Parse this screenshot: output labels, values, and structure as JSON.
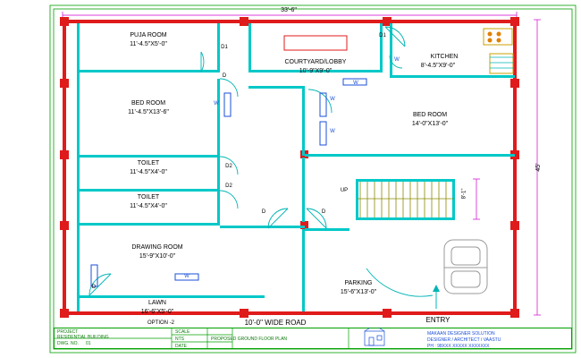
{
  "drawing": {
    "type": "architectural-floor-plan",
    "overall_dimensions": {
      "top": "33'-6\"",
      "right": "45'",
      "bottom_road": "10'-0\" WIDE ROAD",
      "stair_dim": "8'-1\""
    },
    "option_label": "OPTION -2",
    "rooms": [
      {
        "name": "PUJA ROOM",
        "size": "11'-4.5\"X5'-0\""
      },
      {
        "name": "BED ROOM",
        "size": "11'-4.5\"X13'-6\""
      },
      {
        "name": "TOILET",
        "size": "11'-4.5\"X4'-0\""
      },
      {
        "name": "TOILET",
        "size": "11'-4.5\"X4'-0\""
      },
      {
        "name": "DRAWING ROOM",
        "size": "15'-9\"X10'-0\""
      },
      {
        "name": "LAWN",
        "size": "16'-6\"X5'-0\""
      },
      {
        "name": "COURTYARD/LOBBY",
        "size": "10'-9\"X9'-0\""
      },
      {
        "name": "KITCHEN",
        "size": "8'-4.5\"X9'-0\""
      },
      {
        "name": "BED ROOM",
        "size": "14'-0\"X13'-0\""
      },
      {
        "name": "PARKING",
        "size": "15'-6\"X13'-0\""
      }
    ],
    "markers": {
      "entry": "ENTRY",
      "up": "UP",
      "doors": [
        "D1",
        "D1",
        "D",
        "D",
        "D2",
        "D2",
        "D",
        "D",
        "D"
      ],
      "windows": [
        "W",
        "W",
        "W",
        "W",
        "W",
        "W"
      ]
    },
    "title_block": {
      "project_label": "PROJECT",
      "project_value": "RESIDENTIAL BUILDING",
      "drawn_label": "DWG. NO.",
      "drawn_value": "01",
      "scale_label": "SCALE",
      "scale_value": "NTS",
      "sheet_label": "DATE",
      "client_label": "PROPOSED GROUND FLOOR PLAN",
      "firm_name": "MAKAAN DESIGNER SOLUTION",
      "firm_line2": "DESIGNER / ARCHITECT / VAASTU",
      "firm_line3": "PH : 98XXX XXXXX   XXXXXXX"
    }
  }
}
